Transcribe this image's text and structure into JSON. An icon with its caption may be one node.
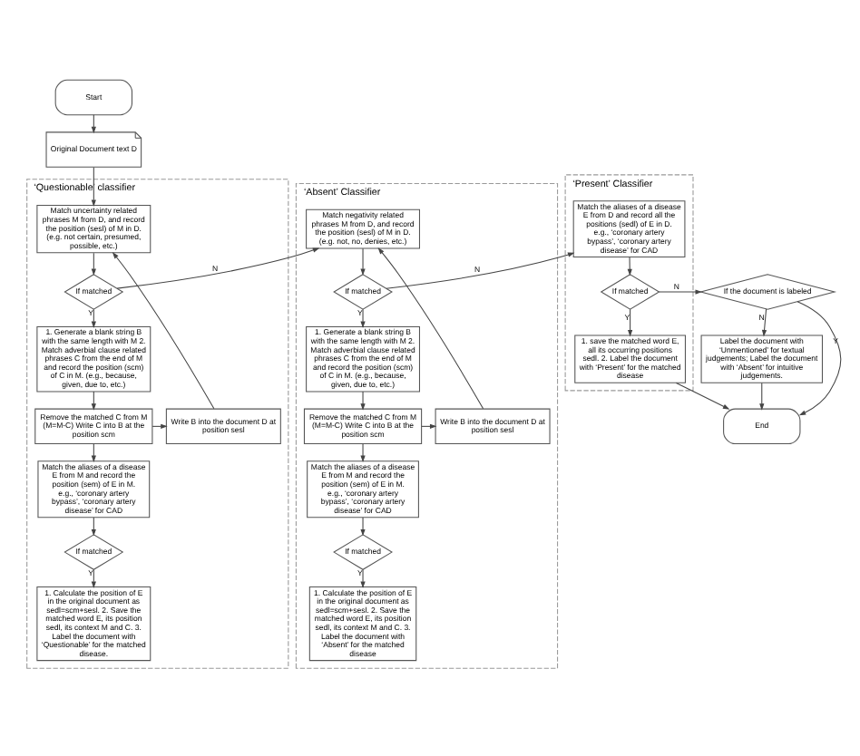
{
  "diagram": {
    "nodes": [
      {
        "text": [
          "Start"
        ]
      },
      {
        "text": [
          "Original Document text D"
        ]
      },
      {
        "text": [
          "‘Questionable’ classifier"
        ]
      },
      {
        "text": [
          "Match uncertainty related phrases M from D, and record the position (sesl) of M in D. (e.g. not certain, presumed, possible, etc.)"
        ],
        "in": 2
      },
      {
        "text": [
          "If matched"
        ],
        "in": 2
      },
      {
        "text": [
          "1. Generate a blank string B with the same length with M 2. Match adverbial clause related phrases C from the end of M and record the position (scm) of C in M. (e.g., because, given, due to, etc.)"
        ],
        "in": 2
      },
      {
        "text": [
          "Remove the matched C from M (M=M-C) Write C into B at the position scm"
        ],
        "in": 2
      },
      {
        "text": [
          "Write B into the document D at position sesl"
        ],
        "in": 2
      },
      {
        "text": [
          "Match the aliases of a disease E from M and record the position (sem) of E in M. e.g., ‘coronary artery bypass’, ‘coronary artery disease’ for CAD"
        ],
        "in": 2
      },
      {
        "text": [
          "If matched"
        ],
        "in": 2
      },
      {
        "text": [
          "1. Calculate the position of E in the original document as sedl=scm+sesl. 2. Save the matched word E, its position sedl, its context M and C. 3. Label the document with ‘Questionable’ for the matched disease."
        ],
        "in": 2
      },
      {
        "text": [
          "‘Absent’ Classifier"
        ]
      },
      {
        "text": [
          "Match negativity related phrases M from D, and record the position (sesl) of M in D. (e.g. not, no, denies, etc.)"
        ],
        "in": 11
      },
      {
        "text": [
          "If matched"
        ],
        "in": 11
      },
      {
        "text": [
          "1. Generate a blank string B with the same length with M 2. Match adverbial clause related phrases C from the end of M and record the position (scm) of C in M. (e.g., because, given, due to, etc.)"
        ],
        "in": 11
      },
      {
        "text": [
          "Remove the matched C from M (M=M-C) Write C into B at the position scm"
        ],
        "in": 11
      },
      {
        "text": [
          "Write B into the document D at position sesl"
        ],
        "in": 11
      },
      {
        "text": [
          "Match the aliases of a disease E from M and record the position (sem) of E in M. e.g., ‘coronary artery bypass’, ‘coronary artery disease’ for CAD"
        ],
        "in": 11
      },
      {
        "text": [
          "If matched"
        ],
        "in": 11
      },
      {
        "text": [
          "1. Calculate the position of E in the original document as sedl=scm+sesl. 2. Save the matched word E, its position sedl, its context M and C. 3. Label the document with ‘Absent’ for the matched disease"
        ],
        "in": 11
      },
      {
        "text": [
          "‘Present’ Classifier"
        ]
      },
      {
        "text": [
          "Match the aliases of a disease E from D and record all the positions (sedl) of E in D. e.g., ‘coronary artery bypass’, ‘coronary artery disease’ for CAD"
        ],
        "in": 20
      },
      {
        "text": [
          "If matched"
        ],
        "in": 20
      },
      {
        "text": [
          "1. save the matched word E, all its occurring positions sedl. 2. Label the document with ‘Present’ for the matched disease"
        ],
        "in": 20
      },
      {
        "text": [
          "If the document is labeled"
        ]
      },
      {
        "text": [
          "Label the document with ‘Unmentioned’ for textual judgements; Label the document with ‘Absent’ for intuitive judgements."
        ]
      },
      {
        "text": [
          "End"
        ]
      }
    ],
    "edges": [
      {
        "from": 0,
        "to": 1,
        "arrow": "to"
      },
      {
        "from": 1,
        "to": 3,
        "arrow": "to"
      },
      {
        "from": 3,
        "to": 4,
        "arrow": "to"
      },
      {
        "from": 4,
        "to": 5,
        "arrow": "to",
        "label": "Y"
      },
      {
        "from": 4,
        "to": 12,
        "arrow": "to",
        "label": "N"
      },
      {
        "from": 5,
        "to": 6,
        "arrow": "to"
      },
      {
        "from": 6,
        "to": 7,
        "arrow": "to"
      },
      {
        "from": 7,
        "to": 3,
        "arrow": "to"
      },
      {
        "from": 6,
        "to": 8,
        "arrow": "to"
      },
      {
        "from": 8,
        "to": 9,
        "arrow": "to"
      },
      {
        "from": 9,
        "to": 10,
        "arrow": "to",
        "label": "Y"
      },
      {
        "from": 12,
        "to": 13,
        "arrow": "to"
      },
      {
        "from": 13,
        "to": 14,
        "arrow": "to",
        "label": "Y"
      },
      {
        "from": 13,
        "to": 21,
        "arrow": "to",
        "label": "N"
      },
      {
        "from": 14,
        "to": 15,
        "arrow": "to"
      },
      {
        "from": 15,
        "to": 16,
        "arrow": "to"
      },
      {
        "from": 16,
        "to": 12,
        "arrow": "to"
      },
      {
        "from": 15,
        "to": 17,
        "arrow": "to"
      },
      {
        "from": 17,
        "to": 18,
        "arrow": "to"
      },
      {
        "from": 18,
        "to": 19,
        "arrow": "to",
        "label": "Y"
      },
      {
        "from": 21,
        "to": 22,
        "arrow": "to"
      },
      {
        "from": 22,
        "to": 23,
        "arrow": "to",
        "label": "Y"
      },
      {
        "from": 22,
        "to": 24,
        "arrow": "to",
        "label": "N"
      },
      {
        "from": 24,
        "to": 25,
        "arrow": "to",
        "label": "N"
      },
      {
        "from": 24,
        "to": 26,
        "arrow": "to",
        "label": "Y"
      },
      {
        "from": 23,
        "to": 26,
        "arrow": "to"
      },
      {
        "from": 25,
        "to": 26,
        "arrow": "to"
      }
    ]
  }
}
